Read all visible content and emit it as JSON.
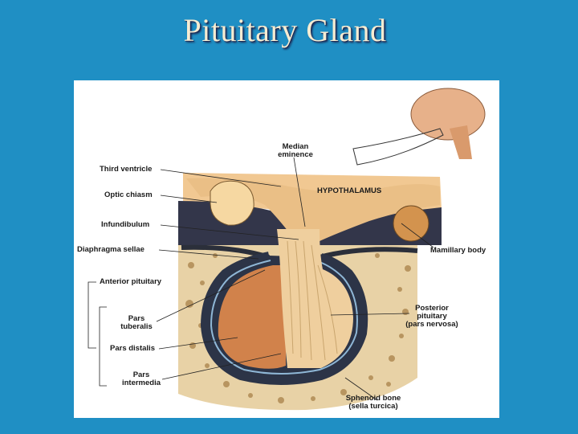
{
  "title": "Pituitary Gland",
  "labels": {
    "median_eminence_1": "Median",
    "median_eminence_2": "eminence",
    "third_ventricle": "Third ventricle",
    "optic_chiasm": "Optic chiasm",
    "infundibulum": "Infundibulum",
    "diaphragma_sellae": "Diaphragma sellae",
    "anterior_pituitary": "Anterior pituitary",
    "pars_tuberalis_1": "Pars",
    "pars_tuberalis_2": "tuberalis",
    "pars_distalis": "Pars distalis",
    "pars_intermedia_1": "Pars",
    "pars_intermedia_2": "intermedia",
    "hypothalamus": "HYPOTHALAMUS",
    "mamillary_body": "Mamillary body",
    "posterior_pituitary_1": "Posterior",
    "posterior_pituitary_2": "pituitary",
    "posterior_pituitary_3": "(pars nervosa)",
    "sphenoid_bone_1": "Sphenoid bone",
    "sphenoid_bone_2": "(sella turcica)"
  }
}
